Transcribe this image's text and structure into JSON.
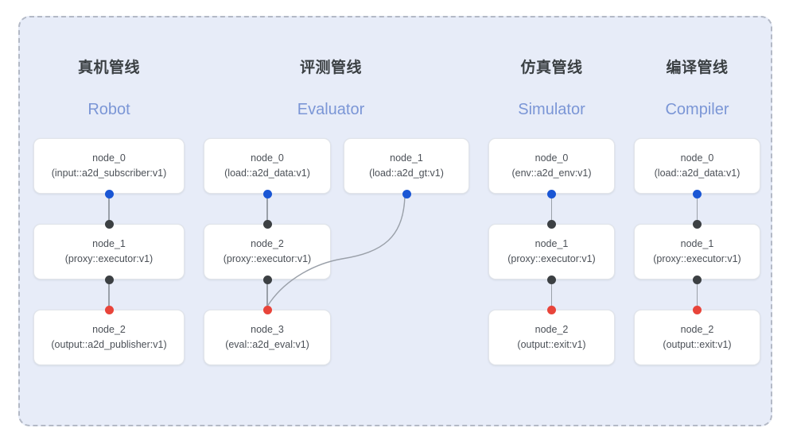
{
  "panel": {
    "background_color": "#e7ecf8",
    "border_color": "#b3b9c6"
  },
  "colors": {
    "title": "#3b4043",
    "subtitle": "#7b96d6",
    "node_text": "#4b5057",
    "port_out": "#1a56d4",
    "port_mid": "#3c4043",
    "port_in": "#e8443a",
    "edge": "#9aa0a9",
    "card_background": "#ffffff",
    "card_border": "#e2e5ea"
  },
  "columns": [
    {
      "title": "真机管线",
      "subtitle": "Robot",
      "nodes": [
        {
          "name": "node_0",
          "spec": "(input::a2d_subscriber:v1)"
        },
        {
          "name": "node_1",
          "spec": "(proxy::executor:v1)"
        },
        {
          "name": "node_2",
          "spec": "(output::a2d_publisher:v1)"
        }
      ]
    },
    {
      "title": "评测管线",
      "subtitle": "Evaluator",
      "nodes": [
        {
          "name": "node_0",
          "spec": "(load::a2d_data:v1)"
        },
        {
          "name": "node_1",
          "spec": "(load::a2d_gt:v1)"
        },
        {
          "name": "node_2",
          "spec": "(proxy::executor:v1)"
        },
        {
          "name": "node_3",
          "spec": "(eval::a2d_eval:v1)"
        }
      ]
    },
    {
      "title": "仿真管线",
      "subtitle": "Simulator",
      "nodes": [
        {
          "name": "node_0",
          "spec": "(env::a2d_env:v1)"
        },
        {
          "name": "node_1",
          "spec": "(proxy::executor:v1)"
        },
        {
          "name": "node_2",
          "spec": "(output::exit:v1)"
        }
      ]
    },
    {
      "title": "编译管线",
      "subtitle": "Compiler",
      "nodes": [
        {
          "name": "node_0",
          "spec": "(load::a2d_data:v1)"
        },
        {
          "name": "node_1",
          "spec": "(proxy::executor:v1)"
        },
        {
          "name": "node_2",
          "spec": "(output::exit:v1)"
        }
      ]
    }
  ]
}
